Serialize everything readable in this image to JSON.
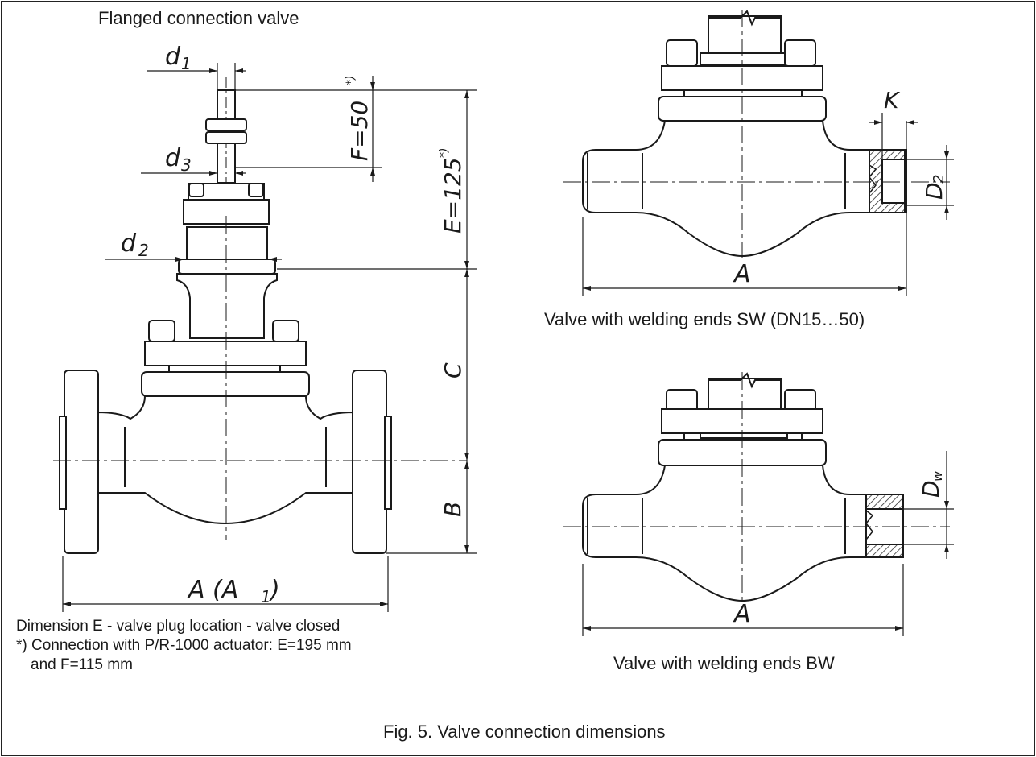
{
  "titles": {
    "flanged": "Flanged connection valve",
    "sw": "Valve with welding ends SW (DN15…50)",
    "bw": "Valve with welding ends BW"
  },
  "notes": {
    "line1": "Dimension E - valve plug location - valve closed",
    "line2": "*) Connection with P/R-1000 actuator: E=195 mm",
    "line3": "and F=115 mm"
  },
  "caption": "Fig. 5. Valve connection dimensions",
  "dims": {
    "d1": "d",
    "d1_sub": "1",
    "d3": "d",
    "d3_sub": "3",
    "d2": "d",
    "d2_sub": "2",
    "F": "F=50",
    "F_sup": "*)",
    "E": "E=125",
    "E_sup": "*)",
    "C": "C",
    "B": "B",
    "A_flanged": "A  (A",
    "A_flanged_sub": "1",
    "A_flanged_close": ")",
    "A_sw": "A",
    "K": "K",
    "D2": "D",
    "D2_sub": "2",
    "A_bw": "A",
    "Dw": "D",
    "Dw_sub": "w"
  }
}
